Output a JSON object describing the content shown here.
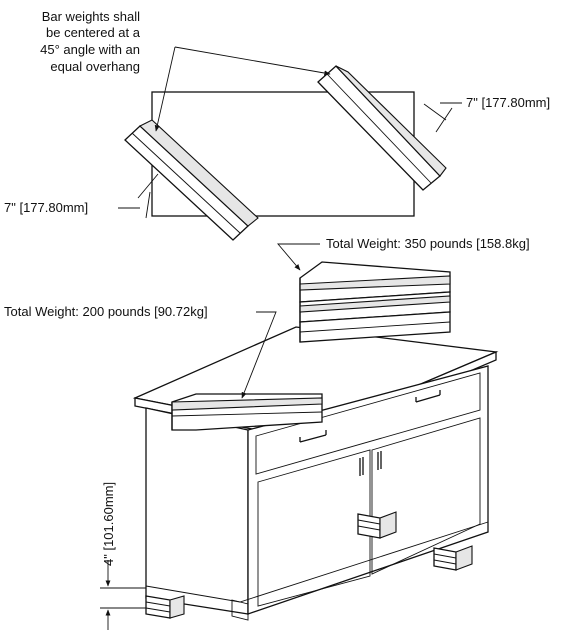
{
  "annotations": {
    "note_line1": "Bar weights shall",
    "note_line2": "be centered at a",
    "note_line3": "45° angle with an",
    "note_line4": "equal overhang",
    "overhang_right": "7\" [177.80mm]",
    "overhang_left": "7\" [177.80mm]",
    "weight_350": "Total Weight: 350 pounds [158.8kg]",
    "weight_200": "Total Weight: 200 pounds [90.72kg]",
    "height_label": "4\" [101.60mm]"
  }
}
